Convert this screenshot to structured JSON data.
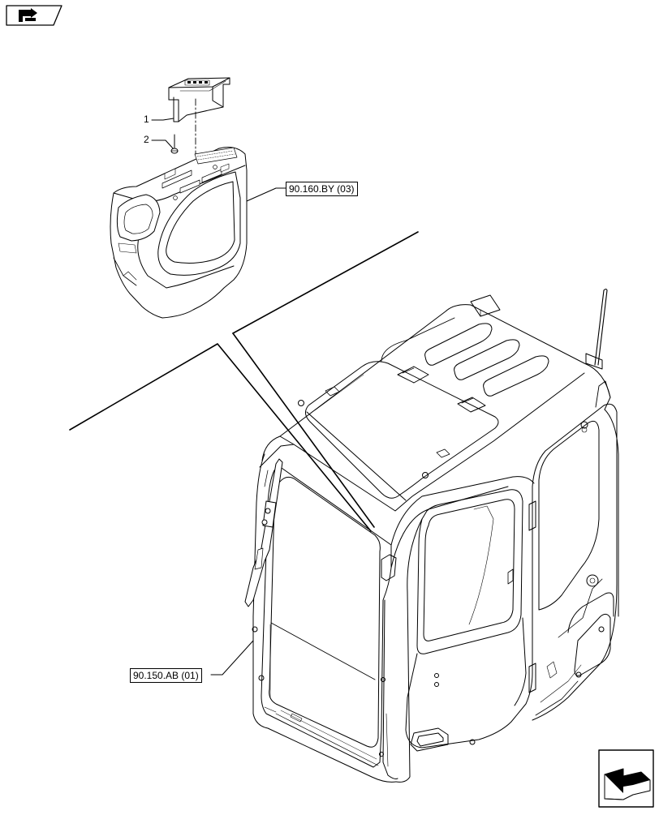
{
  "diagram": {
    "callouts": [
      {
        "ref": "90.160.BY (03)"
      },
      {
        "ref": "90.150.AB (01)"
      }
    ],
    "items": [
      "1",
      "2"
    ],
    "icons": {
      "top_left": "section-navigation-icon",
      "bottom_right": "next-page-arrow-icon"
    },
    "colors": {
      "line": "#000000",
      "background": "#ffffff"
    }
  }
}
